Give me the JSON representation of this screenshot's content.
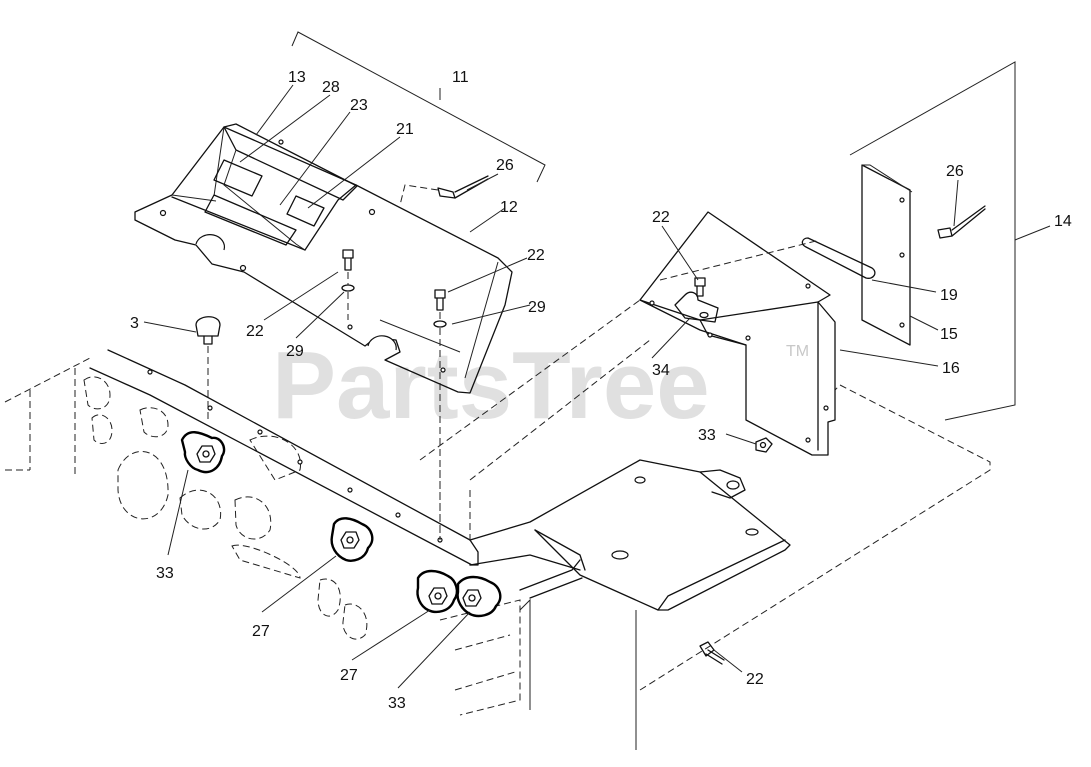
{
  "watermark": {
    "text": "PartsTree",
    "trademark": "TM",
    "color": "#c8c8c8"
  },
  "callouts": [
    {
      "id": "c-13",
      "label": "13"
    },
    {
      "id": "c-28",
      "label": "28"
    },
    {
      "id": "c-23",
      "label": "23"
    },
    {
      "id": "c-11",
      "label": "11"
    },
    {
      "id": "c-21",
      "label": "21"
    },
    {
      "id": "c-26a",
      "label": "26"
    },
    {
      "id": "c-12",
      "label": "12"
    },
    {
      "id": "c-22a",
      "label": "22"
    },
    {
      "id": "c-29a",
      "label": "29"
    },
    {
      "id": "c-22b",
      "label": "22"
    },
    {
      "id": "c-29b",
      "label": "29"
    },
    {
      "id": "c-3",
      "label": "3"
    },
    {
      "id": "c-33a",
      "label": "33"
    },
    {
      "id": "c-27a",
      "label": "27"
    },
    {
      "id": "c-27b",
      "label": "27"
    },
    {
      "id": "c-33b",
      "label": "33"
    },
    {
      "id": "c-22c",
      "label": "22"
    },
    {
      "id": "c-34",
      "label": "34"
    },
    {
      "id": "c-33c",
      "label": "33"
    },
    {
      "id": "c-26b",
      "label": "26"
    },
    {
      "id": "c-14",
      "label": "14"
    },
    {
      "id": "c-19",
      "label": "19"
    },
    {
      "id": "c-15",
      "label": "15"
    },
    {
      "id": "c-16",
      "label": "16"
    },
    {
      "id": "c-22d",
      "label": "22"
    }
  ]
}
